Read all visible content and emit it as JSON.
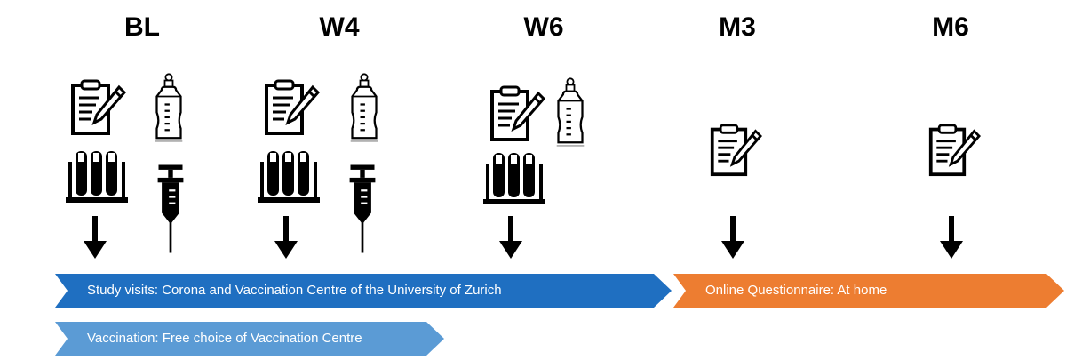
{
  "timepoints": [
    {
      "label": "BL",
      "icons": [
        "clipboard-icon",
        "baby-bottle-icon",
        "test-tubes-icon",
        "syringe-icon"
      ]
    },
    {
      "label": "W4",
      "icons": [
        "clipboard-icon",
        "baby-bottle-icon",
        "test-tubes-icon",
        "syringe-icon"
      ]
    },
    {
      "label": "W6",
      "icons": [
        "clipboard-icon",
        "baby-bottle-icon",
        "test-tubes-icon"
      ]
    },
    {
      "label": "M3",
      "icons": [
        "clipboard-icon"
      ]
    },
    {
      "label": "M6",
      "icons": [
        "clipboard-icon"
      ]
    }
  ],
  "phases": {
    "study_visits": "Study visits: Corona and Vaccination Centre of the University of Zurich",
    "online": "Online Questionnaire: At home",
    "vaccination": "Vaccination: Free choice of Vaccination Centre"
  },
  "colors": {
    "study": "#1f6fc1",
    "online": "#ed7d31",
    "vaccination": "#5b9bd5"
  }
}
